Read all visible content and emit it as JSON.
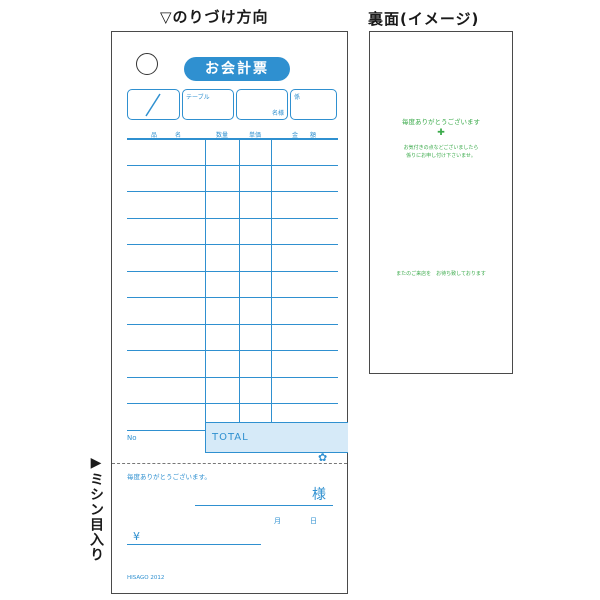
{
  "labels": {
    "glue_direction": "▽のりづけ方向",
    "back_side": "裏面(イメージ)",
    "perforation": "▶ミシン目入り"
  },
  "front": {
    "title": "お会計票",
    "header_table": "テーブル",
    "header_name": "名様",
    "header_staff": "係",
    "columns": [
      "品　　　名",
      "数量",
      "単価",
      "金　　額"
    ],
    "no_label": "No",
    "total_label": "TOTAL",
    "thanks": "毎度ありがとうございます。",
    "sama": "様",
    "month": "月",
    "day": "日",
    "yen": "¥",
    "brand": "HISAGO 2012"
  },
  "back": {
    "line1": "毎度ありがとうございます",
    "plus": "✚",
    "line2": "お気付きの点などございましたら",
    "line3": "係りにお申し付け下さいませ。",
    "line4": "またのご来店を　お待ち致しております"
  },
  "colors": {
    "accent": "#2f90d0",
    "green": "#3aaa4a",
    "total_fill": "#d6eaf8"
  }
}
